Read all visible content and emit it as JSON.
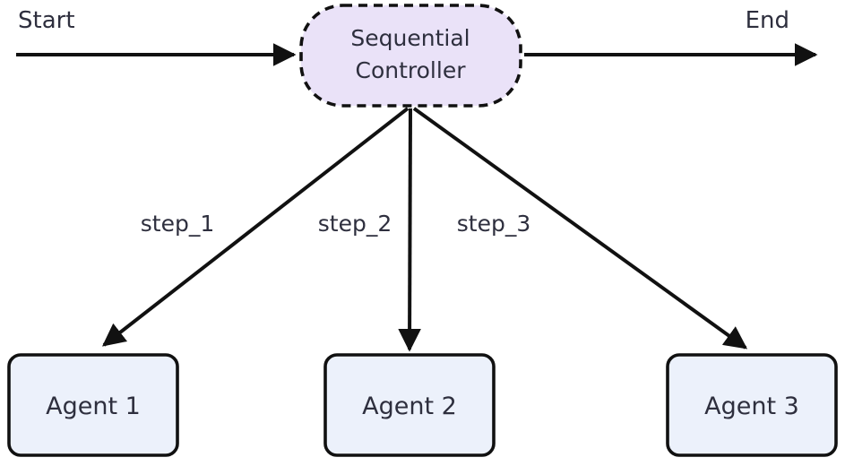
{
  "diagram": {
    "type": "flowchart",
    "background": "#ffffff",
    "colors": {
      "stroke": "#111111",
      "controller_fill": "#eae2f8",
      "agent_fill": "#ecf1fb",
      "text": "#2e2f3e"
    },
    "start_label": "Start",
    "end_label": "End",
    "controller": {
      "name": "Sequential Controller",
      "line1": "Sequential",
      "line2": "Controller"
    },
    "edges": [
      {
        "label": "step_1",
        "from": "Sequential Controller",
        "to": "Agent 1"
      },
      {
        "label": "step_2",
        "from": "Sequential Controller",
        "to": "Agent 2"
      },
      {
        "label": "step_3",
        "from": "Sequential Controller",
        "to": "Agent 3"
      }
    ],
    "agents": [
      {
        "label": "Agent 1"
      },
      {
        "label": "Agent 2"
      },
      {
        "label": "Agent 3"
      }
    ]
  }
}
